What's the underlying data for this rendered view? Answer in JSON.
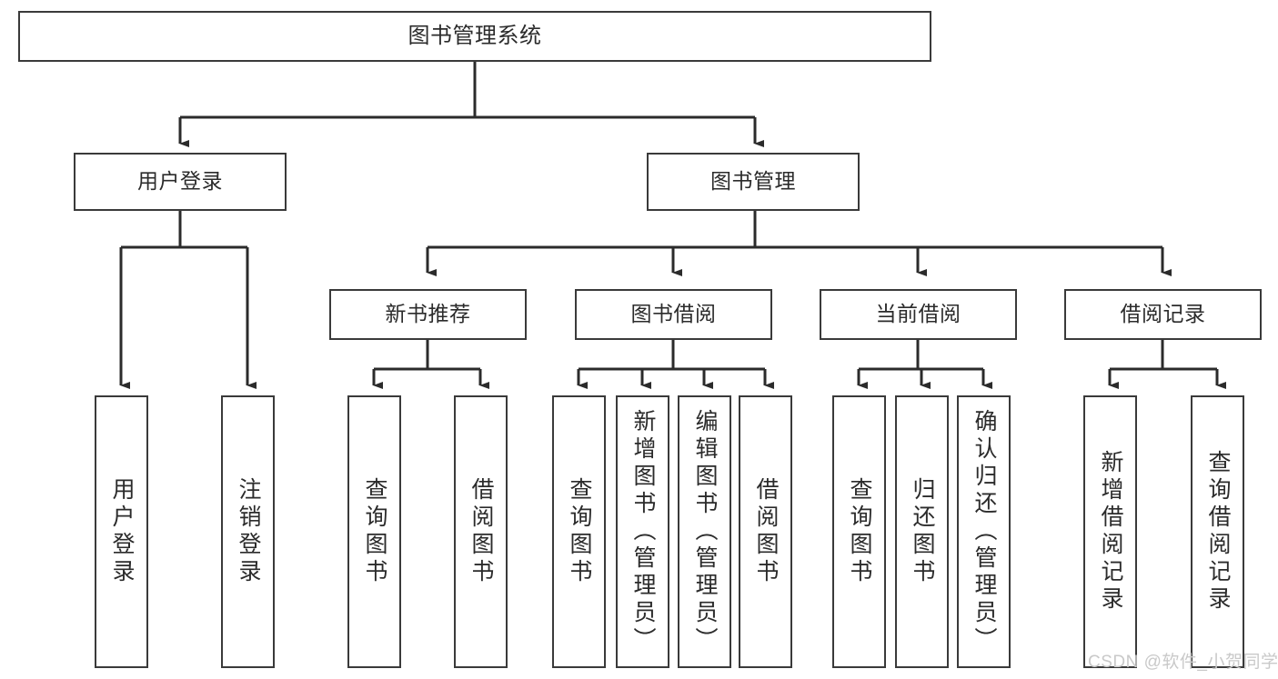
{
  "diagram": {
    "type": "tree-hierarchy-chart",
    "title": "图书管理系统",
    "watermark": "CSDN @软件_小贺同学",
    "colors": {
      "box_border": "#3a3a3a",
      "box_fill": "#ffffff",
      "connector": "#2b2b2b",
      "text": "#2b2b2b",
      "watermark": "#c9c9c9",
      "background": "#ffffff"
    },
    "levels": {
      "root": {
        "label": "图书管理系统"
      },
      "level2": [
        {
          "id": "user-login",
          "label": "用户登录"
        },
        {
          "id": "book-management",
          "label": "图书管理"
        }
      ],
      "level3": [
        {
          "id": "new-book-recommend",
          "label": "新书推荐",
          "parent": "book-management"
        },
        {
          "id": "book-borrow",
          "label": "图书借阅",
          "parent": "book-management"
        },
        {
          "id": "current-borrow",
          "label": "当前借阅",
          "parent": "book-management"
        },
        {
          "id": "borrow-record",
          "label": "借阅记录",
          "parent": "book-management"
        }
      ],
      "leaves": [
        {
          "id": "leaf-user-login",
          "label": "用户登录",
          "parent": "user-login"
        },
        {
          "id": "leaf-logout",
          "label": "注销登录",
          "parent": "user-login"
        },
        {
          "id": "leaf-query-book-1",
          "label": "查询图书",
          "parent": "new-book-recommend"
        },
        {
          "id": "leaf-borrow-book-1",
          "label": "借阅图书",
          "parent": "new-book-recommend"
        },
        {
          "id": "leaf-query-book-2",
          "label": "查询图书",
          "parent": "book-borrow"
        },
        {
          "id": "leaf-add-book",
          "label": "新增图书（管理员）",
          "parent": "book-borrow"
        },
        {
          "id": "leaf-edit-book",
          "label": "编辑图书（管理员）",
          "parent": "book-borrow"
        },
        {
          "id": "leaf-borrow-book-2",
          "label": "借阅图书",
          "parent": "book-borrow"
        },
        {
          "id": "leaf-query-book-3",
          "label": "查询图书",
          "parent": "current-borrow"
        },
        {
          "id": "leaf-return-book",
          "label": "归还图书",
          "parent": "current-borrow"
        },
        {
          "id": "leaf-confirm-return",
          "label": "确认归还（管理员）",
          "parent": "current-borrow"
        },
        {
          "id": "leaf-add-record",
          "label": "新增借阅记录",
          "parent": "borrow-record"
        },
        {
          "id": "leaf-query-record",
          "label": "查询借阅记录",
          "parent": "borrow-record"
        }
      ]
    }
  }
}
